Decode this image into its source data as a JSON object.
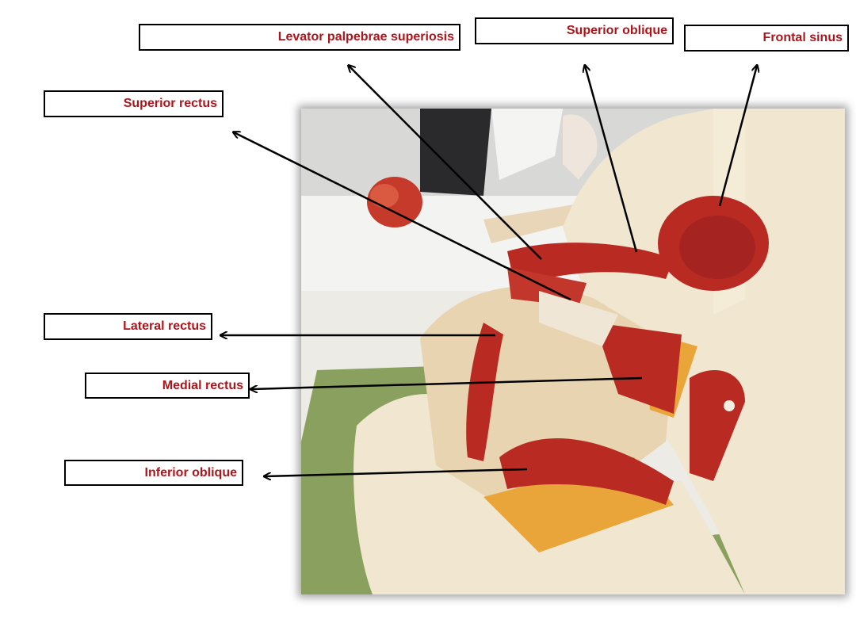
{
  "labels": {
    "levator": "Levator palpebrae superiosis",
    "superior_oblique": "Superior oblique",
    "frontal_sinus": "Frontal sinus",
    "superior_rectus": "Superior rectus",
    "lateral_rectus": "Lateral rectus",
    "medial_rectus": "Medial rectus",
    "inferior_oblique": "Inferior oblique"
  },
  "colors": {
    "label_text": "#b0141b",
    "arrow": "#000000",
    "muscle": "#b82a22",
    "bone": "#f1e6cf",
    "fat": "#e9a53a"
  },
  "photo": {
    "description_icon": "orbit-model-photo"
  }
}
